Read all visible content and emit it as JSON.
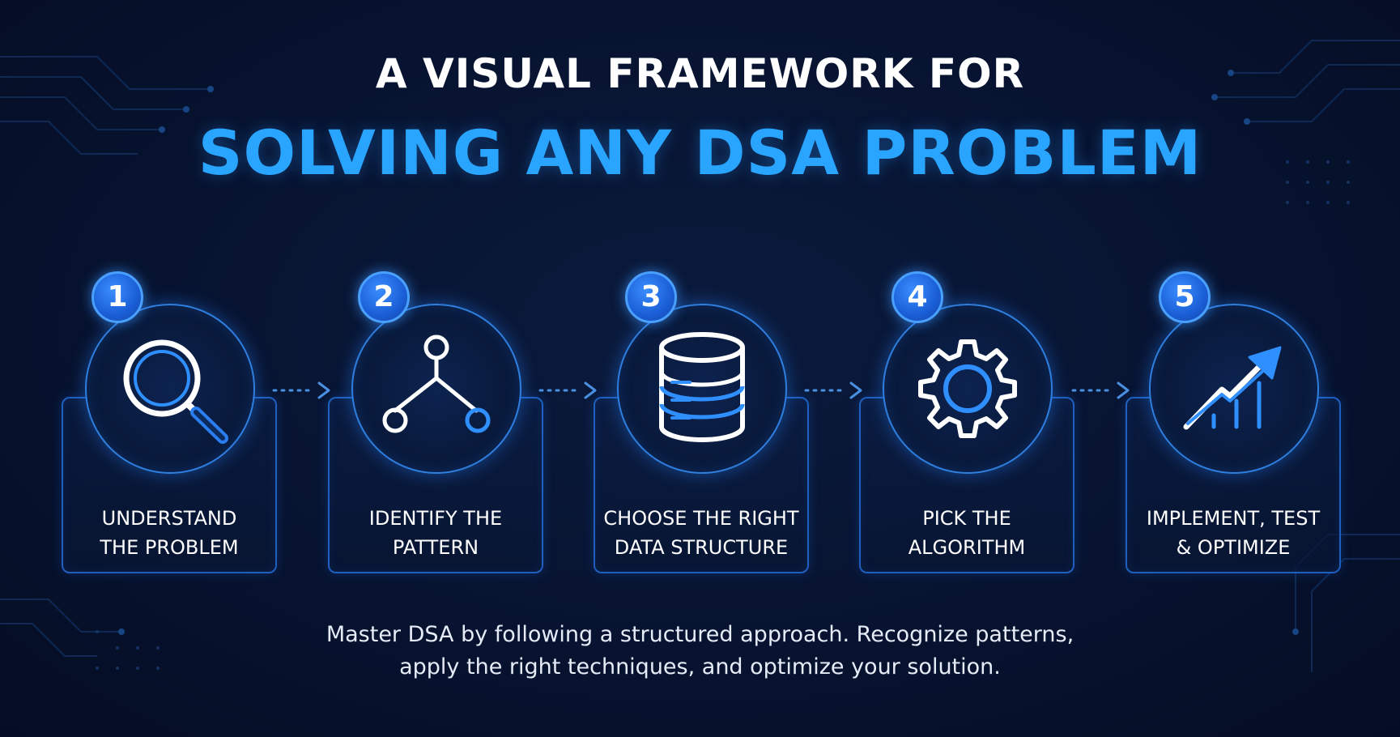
{
  "header": {
    "title_line1": "A VISUAL FRAMEWORK FOR",
    "title_line2": "SOLVING ANY DSA PROBLEM"
  },
  "steps": [
    {
      "number": "1",
      "label": "UNDERSTAND\nTHE PROBLEM",
      "icon": "magnifier-icon"
    },
    {
      "number": "2",
      "label": "IDENTIFY THE\nPATTERN",
      "icon": "tree-pattern-icon"
    },
    {
      "number": "3",
      "label": "CHOOSE THE RIGHT\nDATA STRUCTURE",
      "icon": "database-icon"
    },
    {
      "number": "4",
      "label": "PICK THE\nALGORITHM",
      "icon": "gear-icon"
    },
    {
      "number": "5",
      "label": "IMPLEMENT, TEST\n& OPTIMIZE",
      "icon": "growth-chart-icon"
    }
  ],
  "footer": {
    "line1": "Master DSA by following a structured approach. Recognize patterns,",
    "line2": "apply the right techniques, and optimize your solution."
  },
  "colors": {
    "background": "#071330",
    "accent": "#2aa5ff",
    "card_border": "#1f5fbf",
    "badge": "#1a5ed6"
  }
}
